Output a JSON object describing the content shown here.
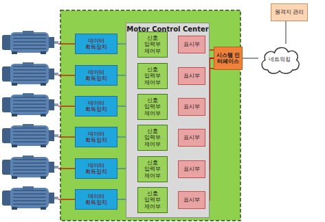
{
  "diagram": {
    "nodes": [
      {
        "text": [
          "Motor Control Center"
        ]
      },
      {
        "text": [
          "데이터 획득장치"
        ]
      },
      {
        "text": [
          "데이터 획득장치"
        ]
      },
      {
        "text": [
          "데이터 획득장치"
        ]
      },
      {
        "text": [
          "데이터 획득장치"
        ]
      },
      {
        "text": [
          "데이터 획득장치"
        ]
      },
      {
        "text": [
          "데이터 획득장치"
        ]
      },
      {
        "text": [
          "신호 입력부 제어부"
        ],
        "in": 0
      },
      {
        "text": [
          "신호 입력부 제어부"
        ],
        "in": 0
      },
      {
        "text": [
          "신호 입력부 제어부"
        ],
        "in": 0
      },
      {
        "text": [
          "신호 입력부 제어부"
        ],
        "in": 0
      },
      {
        "text": [
          "신호 입력부 제어부"
        ],
        "in": 0
      },
      {
        "text": [
          "신호 입력부 제어부"
        ],
        "in": 0
      },
      {
        "text": [
          "표시부"
        ],
        "in": 0
      },
      {
        "text": [
          "표시부"
        ],
        "in": 0
      },
      {
        "text": [
          "표시부"
        ],
        "in": 0
      },
      {
        "text": [
          "표시부"
        ],
        "in": 0
      },
      {
        "text": [
          "표시부"
        ],
        "in": 0
      },
      {
        "text": [
          "표시부"
        ],
        "in": 0
      },
      {
        "text": [
          "시스템 인터페이스"
        ]
      },
      {
        "text": [
          "네트워킹"
        ]
      },
      {
        "text": [
          "원격지 관리"
        ]
      }
    ],
    "edges": [
      {
        "from": 1,
        "to": 7,
        "arrow": "none"
      },
      {
        "from": 2,
        "to": 8,
        "arrow": "none"
      },
      {
        "from": 3,
        "to": 9,
        "arrow": "none"
      },
      {
        "from": 4,
        "to": 10,
        "arrow": "none"
      },
      {
        "from": 5,
        "to": 11,
        "arrow": "none"
      },
      {
        "from": 6,
        "to": 12,
        "arrow": "none"
      },
      {
        "from": 7,
        "to": 13,
        "arrow": "none"
      },
      {
        "from": 8,
        "to": 14,
        "arrow": "none"
      },
      {
        "from": 9,
        "to": 15,
        "arrow": "none"
      },
      {
        "from": 10,
        "to": 16,
        "arrow": "none"
      },
      {
        "from": 11,
        "to": 17,
        "arrow": "none"
      },
      {
        "from": 12,
        "to": 18,
        "arrow": "none"
      },
      {
        "from": 13,
        "to": 19,
        "arrow": "none"
      },
      {
        "from": 14,
        "to": 19,
        "arrow": "none"
      },
      {
        "from": 15,
        "to": 19,
        "arrow": "none"
      },
      {
        "from": 16,
        "to": 19,
        "arrow": "none"
      },
      {
        "from": 17,
        "to": 19,
        "arrow": "none"
      },
      {
        "from": 18,
        "to": 19,
        "arrow": "none"
      },
      {
        "from": 19,
        "to": 20,
        "arrow": "none"
      },
      {
        "from": 20,
        "to": 21,
        "arrow": "none"
      }
    ]
  }
}
